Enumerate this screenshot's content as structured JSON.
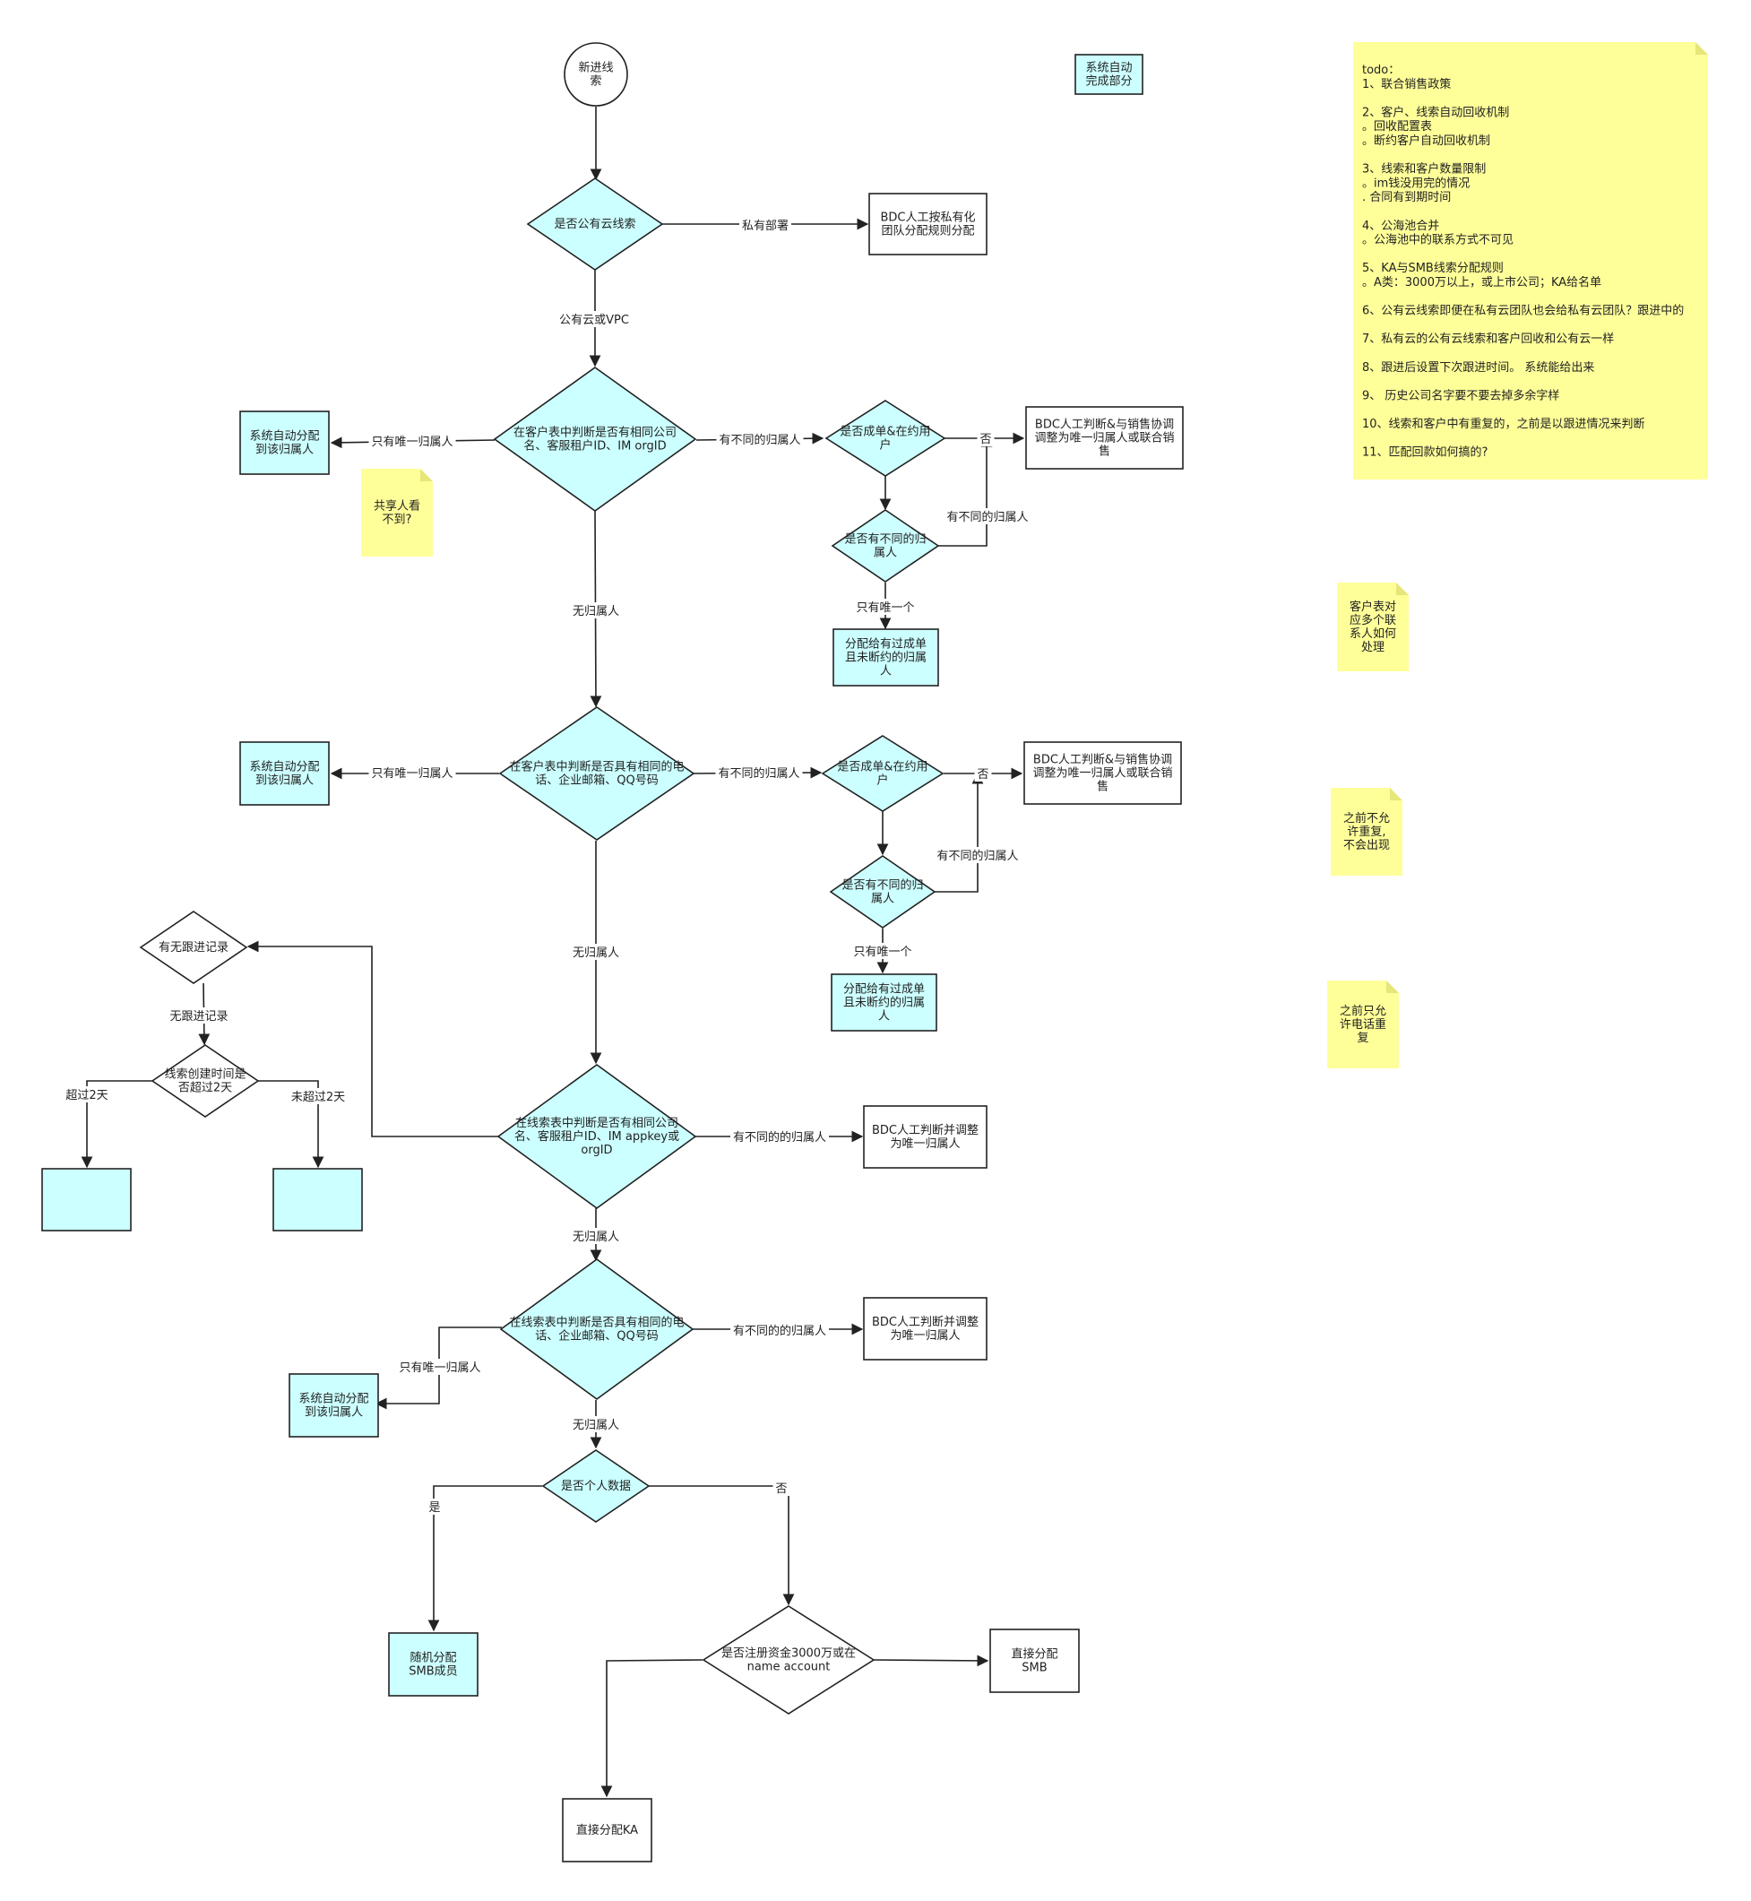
{
  "nodes": {
    "start": [
      "新进线",
      "索"
    ],
    "legend": [
      "系统自动",
      "完成部分"
    ],
    "d1": [
      "是否公有云线索"
    ],
    "bdc_private": [
      "BDC人工按私有化",
      "团队分配规则分配"
    ],
    "d2": [
      "在客户表中判断是否有相同公司",
      "名、客服租户ID、IM orgID"
    ],
    "auto1": [
      "系统自动分配",
      "到该归属人"
    ],
    "d2a": [
      "是否成单&在约用",
      "户"
    ],
    "bdc_coord1": [
      "BDC人工判断&与销售协调",
      "调整为唯一归属人或联合销",
      "售"
    ],
    "d2b": [
      "是否有不同的归",
      "属人"
    ],
    "assign1": [
      "分配给有过成单",
      "且未断约的归属",
      "人"
    ],
    "d3": [
      "在客户表中判断是否具有相同的电",
      "话、企业邮箱、QQ号码"
    ],
    "auto2": [
      "系统自动分配",
      "到该归属人"
    ],
    "d3a": [
      "是否成单&在约用",
      "户"
    ],
    "bdc_coord2": [
      "BDC人工判断&与销售协调",
      "调整为唯一归属人或联合销",
      "售"
    ],
    "d3b": [
      "是否有不同的归",
      "属人"
    ],
    "assign2": [
      "分配给有过成单",
      "且未断约的归属",
      "人"
    ],
    "d_follow": [
      "有无跟进记录"
    ],
    "d_days": [
      "线索创建时间是",
      "否超过2天"
    ],
    "empty1": [],
    "empty2": [],
    "d4": [
      "在线索表中判断是否有相同公司",
      "名、客服租户ID、IM appkey或",
      "orgID"
    ],
    "bdc_adjust1": [
      "BDC人工判断并调整",
      "为唯一归属人"
    ],
    "d5": [
      "在线索表中判断是否具有相同的电",
      "话、企业邮箱、QQ号码"
    ],
    "bdc_adjust2": [
      "BDC人工判断并调整",
      "为唯一归属人"
    ],
    "auto3": [
      "系统自动分配",
      "到该归属人"
    ],
    "d6": [
      "是否个人数据"
    ],
    "random_smb": [
      "随机分配",
      "SMB成员"
    ],
    "d7": [
      "是否注册资金3000万或在",
      "name account"
    ],
    "direct_smb": [
      "直接分配",
      "SMB"
    ],
    "direct_ka": [
      "直接分配KA"
    ]
  },
  "edge_labels": {
    "private": "私有部署",
    "public_vpc": "公有云或VPC",
    "only_one_1": "只有唯一归属人",
    "diff_1": "有不同的归属人",
    "no_1": "否",
    "diff_inner_1": "有不同的归属人",
    "only_one_inner_1": "只有唯一个",
    "none_1": "无归属人",
    "only_one_2": "只有唯一归属人",
    "diff_2": "有不同的归属人",
    "no_2": "否",
    "diff_inner_2": "有不同的归属人",
    "only_one_inner_2": "只有唯一个",
    "none_2": "无归属人",
    "no_follow": "无跟进记录",
    "over_2days": "超过2天",
    "under_2days": "未超过2天",
    "diff_3": "有不同的的归属人",
    "none_3": "无归属人",
    "diff_4": "有不同的的归属人",
    "only_one_4": "只有唯一归属人",
    "none_4": "无归属人",
    "yes": "是",
    "no_3": "否"
  },
  "notes": {
    "todo": [
      "todo：",
      "1、联合销售政策",
      "",
      "2、客户、线索自动回收机制",
      "。回收配置表",
      "。断约客户自动回收机制",
      "",
      "3、线索和客户数量限制",
      "。im钱没用完的情况",
      ". 合同有到期时间",
      "",
      "4、公海池合并",
      "。公海池中的联系方式不可见",
      "",
      "5、KA与SMB线索分配规则",
      "。A类：3000万以上，或上市公司；KA给名单",
      "",
      "6、公有云线索即便在私有云团队也会给私有云团队？跟进中的",
      "",
      "7、私有云的公有云线索和客户回收和公有云一样",
      "",
      "8、跟进后设置下次跟进时间。 系统能给出来",
      "",
      "9、 历史公司名字要不要去掉多余字样",
      "",
      "10、线索和客户中有重复的，之前是以跟进情况来判断",
      "",
      "11、匹配回款如何搞的?"
    ],
    "share": [
      "共享人看",
      "不到?"
    ],
    "contacts": [
      "客户表对",
      "应多个联",
      "系人如何",
      "处理"
    ],
    "no_dup": [
      "之前不允",
      "许重复,",
      "不会出现"
    ],
    "phone_dup": [
      "之前只允",
      "许电话重",
      "复"
    ]
  },
  "colors": {
    "system_auto_fill": "#ccffff",
    "note_fill": "#ffff99",
    "stroke": "#222222"
  }
}
